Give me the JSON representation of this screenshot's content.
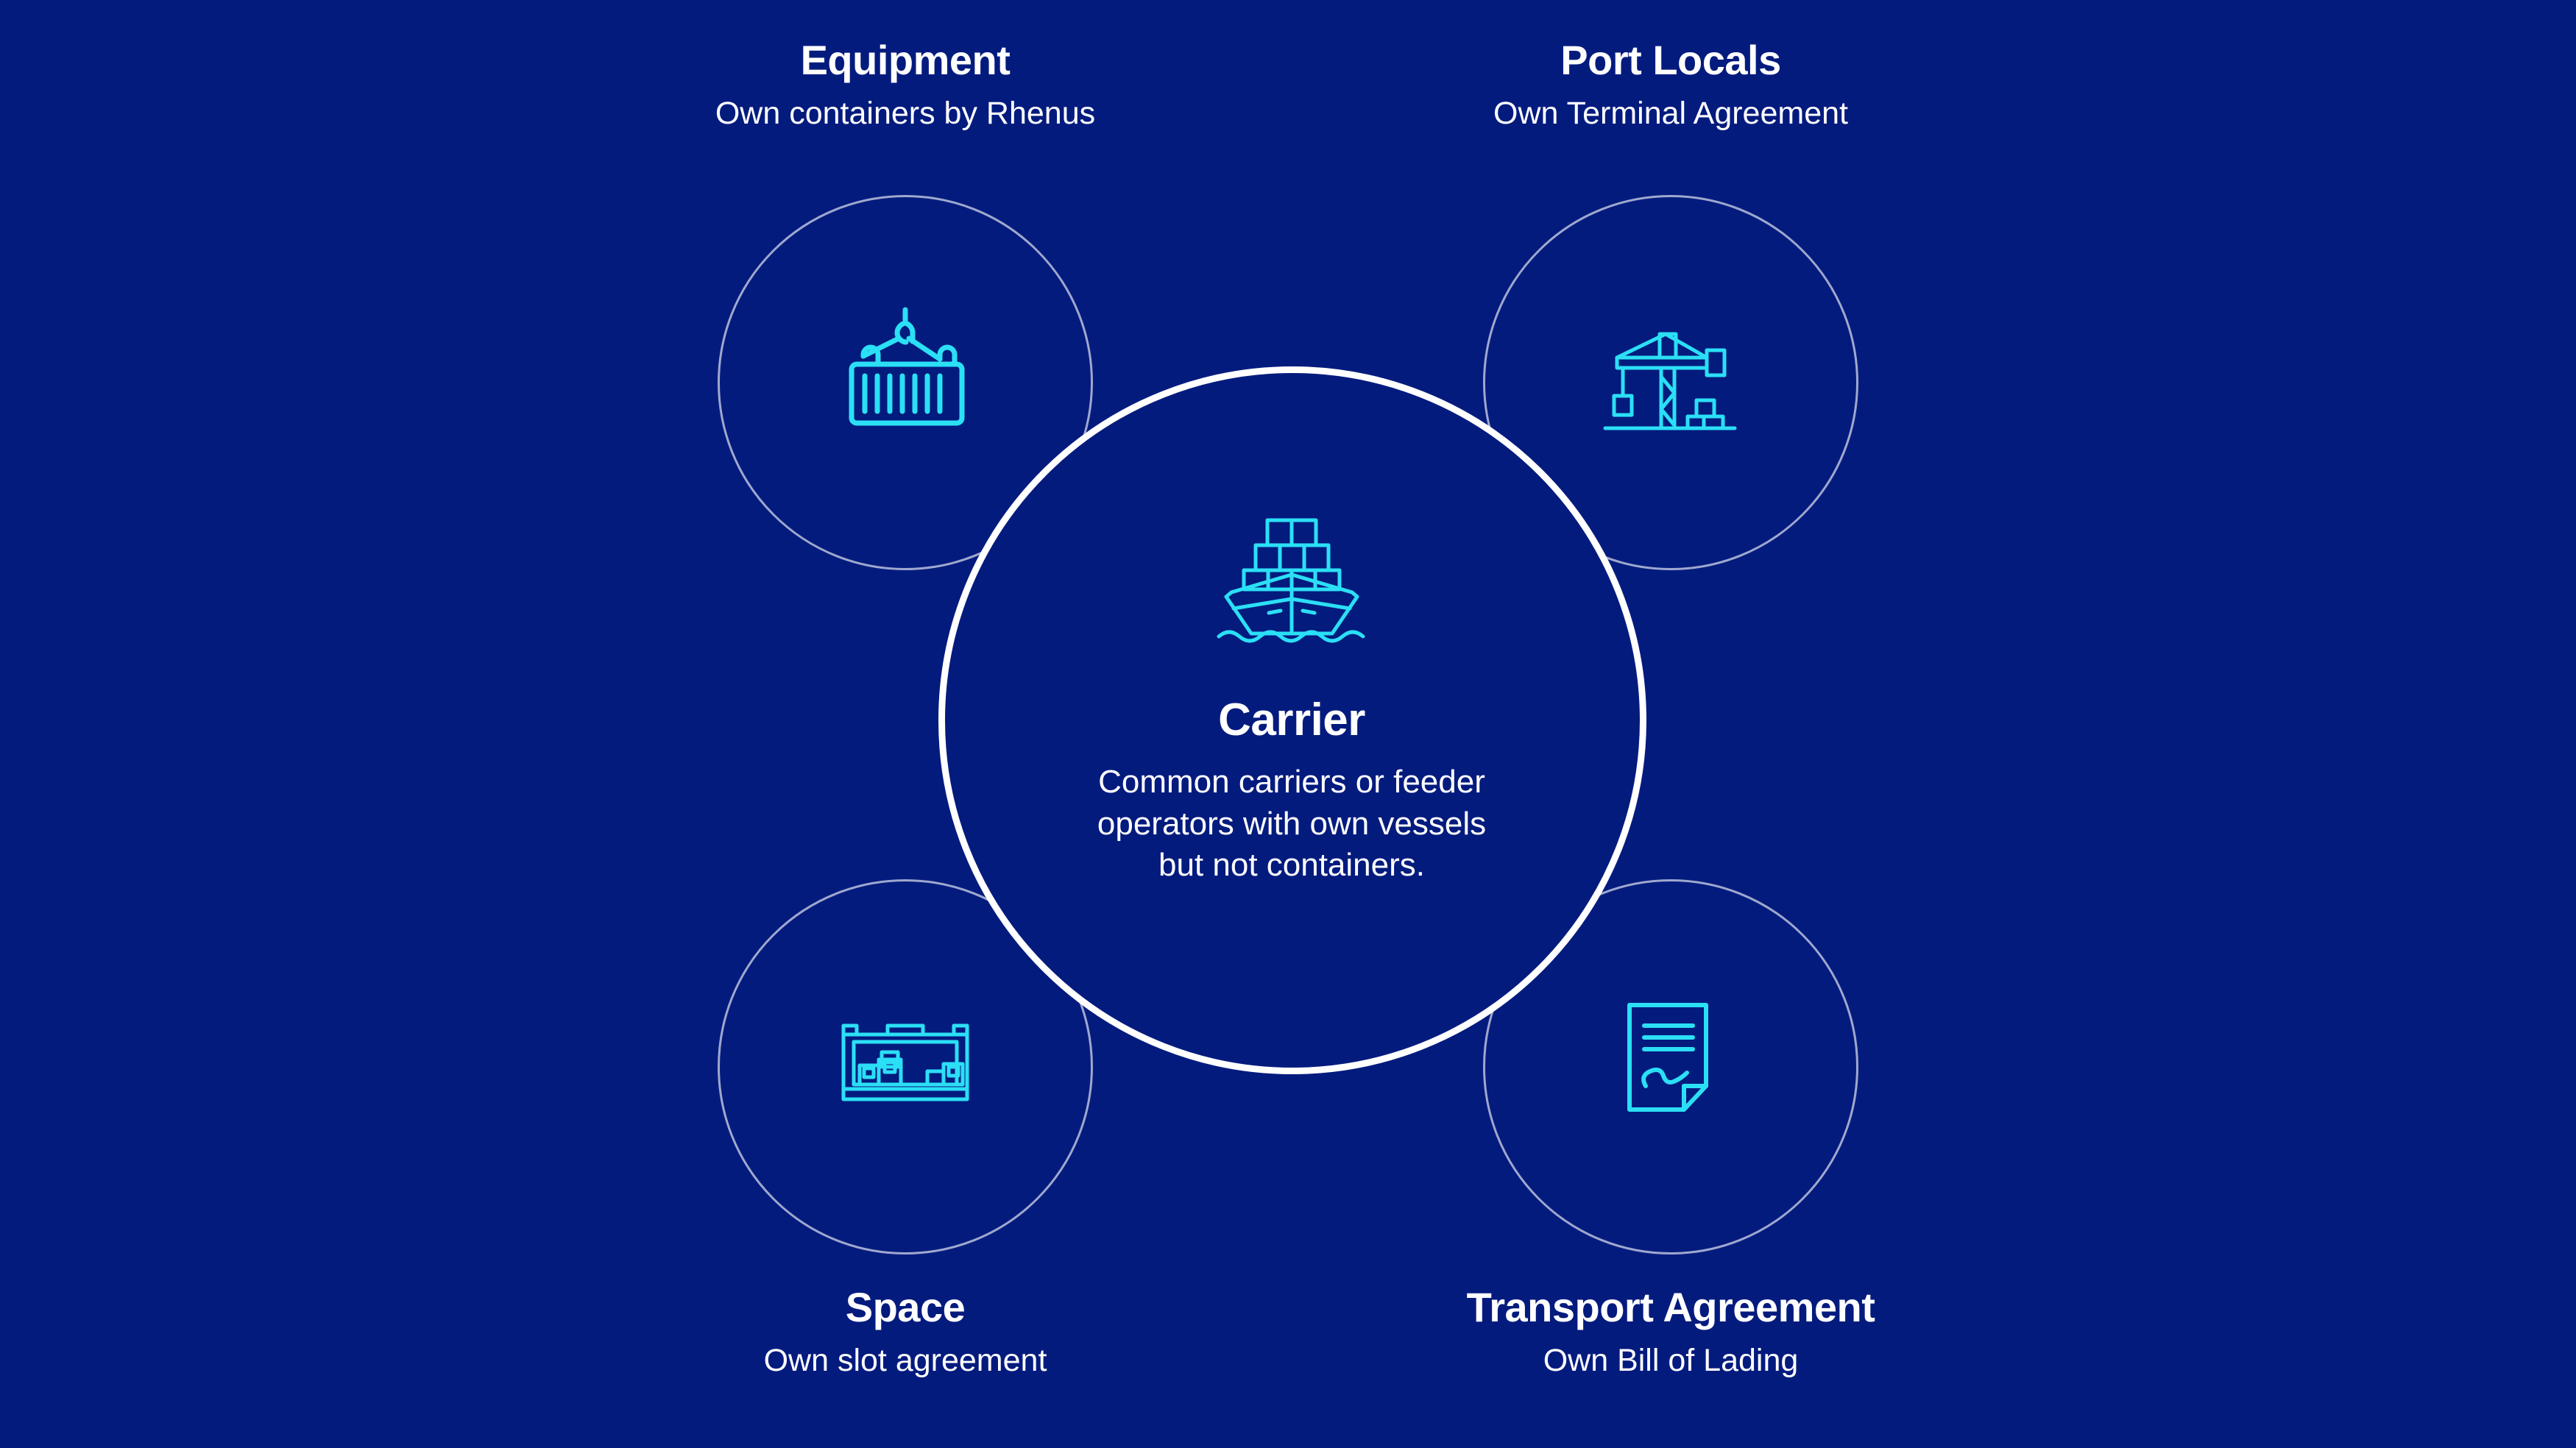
{
  "theme": {
    "background_color": "#041B7E",
    "icon_color": "#2BDFF5",
    "text_color": "#FFFFFF",
    "satellite_ring_color": "rgba(255,255,255,0.62)",
    "center_ring_color": "#FFFFFF"
  },
  "center": {
    "title": "Carrier",
    "description": "Common carriers or feeder operators with own vessels but not containers.",
    "description_lines": [
      "Common carriers or feeder",
      "operators with own vessels",
      "but not containers."
    ],
    "icon": "container-ship-icon"
  },
  "nodes": [
    {
      "id": "equipment",
      "title": "Equipment",
      "subtitle": "Own containers by Rhenus",
      "icon": "shipping-container-icon",
      "position": "top-left"
    },
    {
      "id": "port-locals",
      "title": "Port Locals",
      "subtitle": "Own Terminal Agreement",
      "icon": "port-crane-icon",
      "position": "top-right"
    },
    {
      "id": "space",
      "title": "Space",
      "subtitle": "Own slot agreement",
      "icon": "cargo-hold-icon",
      "position": "bottom-left"
    },
    {
      "id": "transport-agreement",
      "title": "Transport Agreement",
      "subtitle": "Own Bill of Lading",
      "icon": "signed-document-icon",
      "position": "bottom-right"
    }
  ]
}
